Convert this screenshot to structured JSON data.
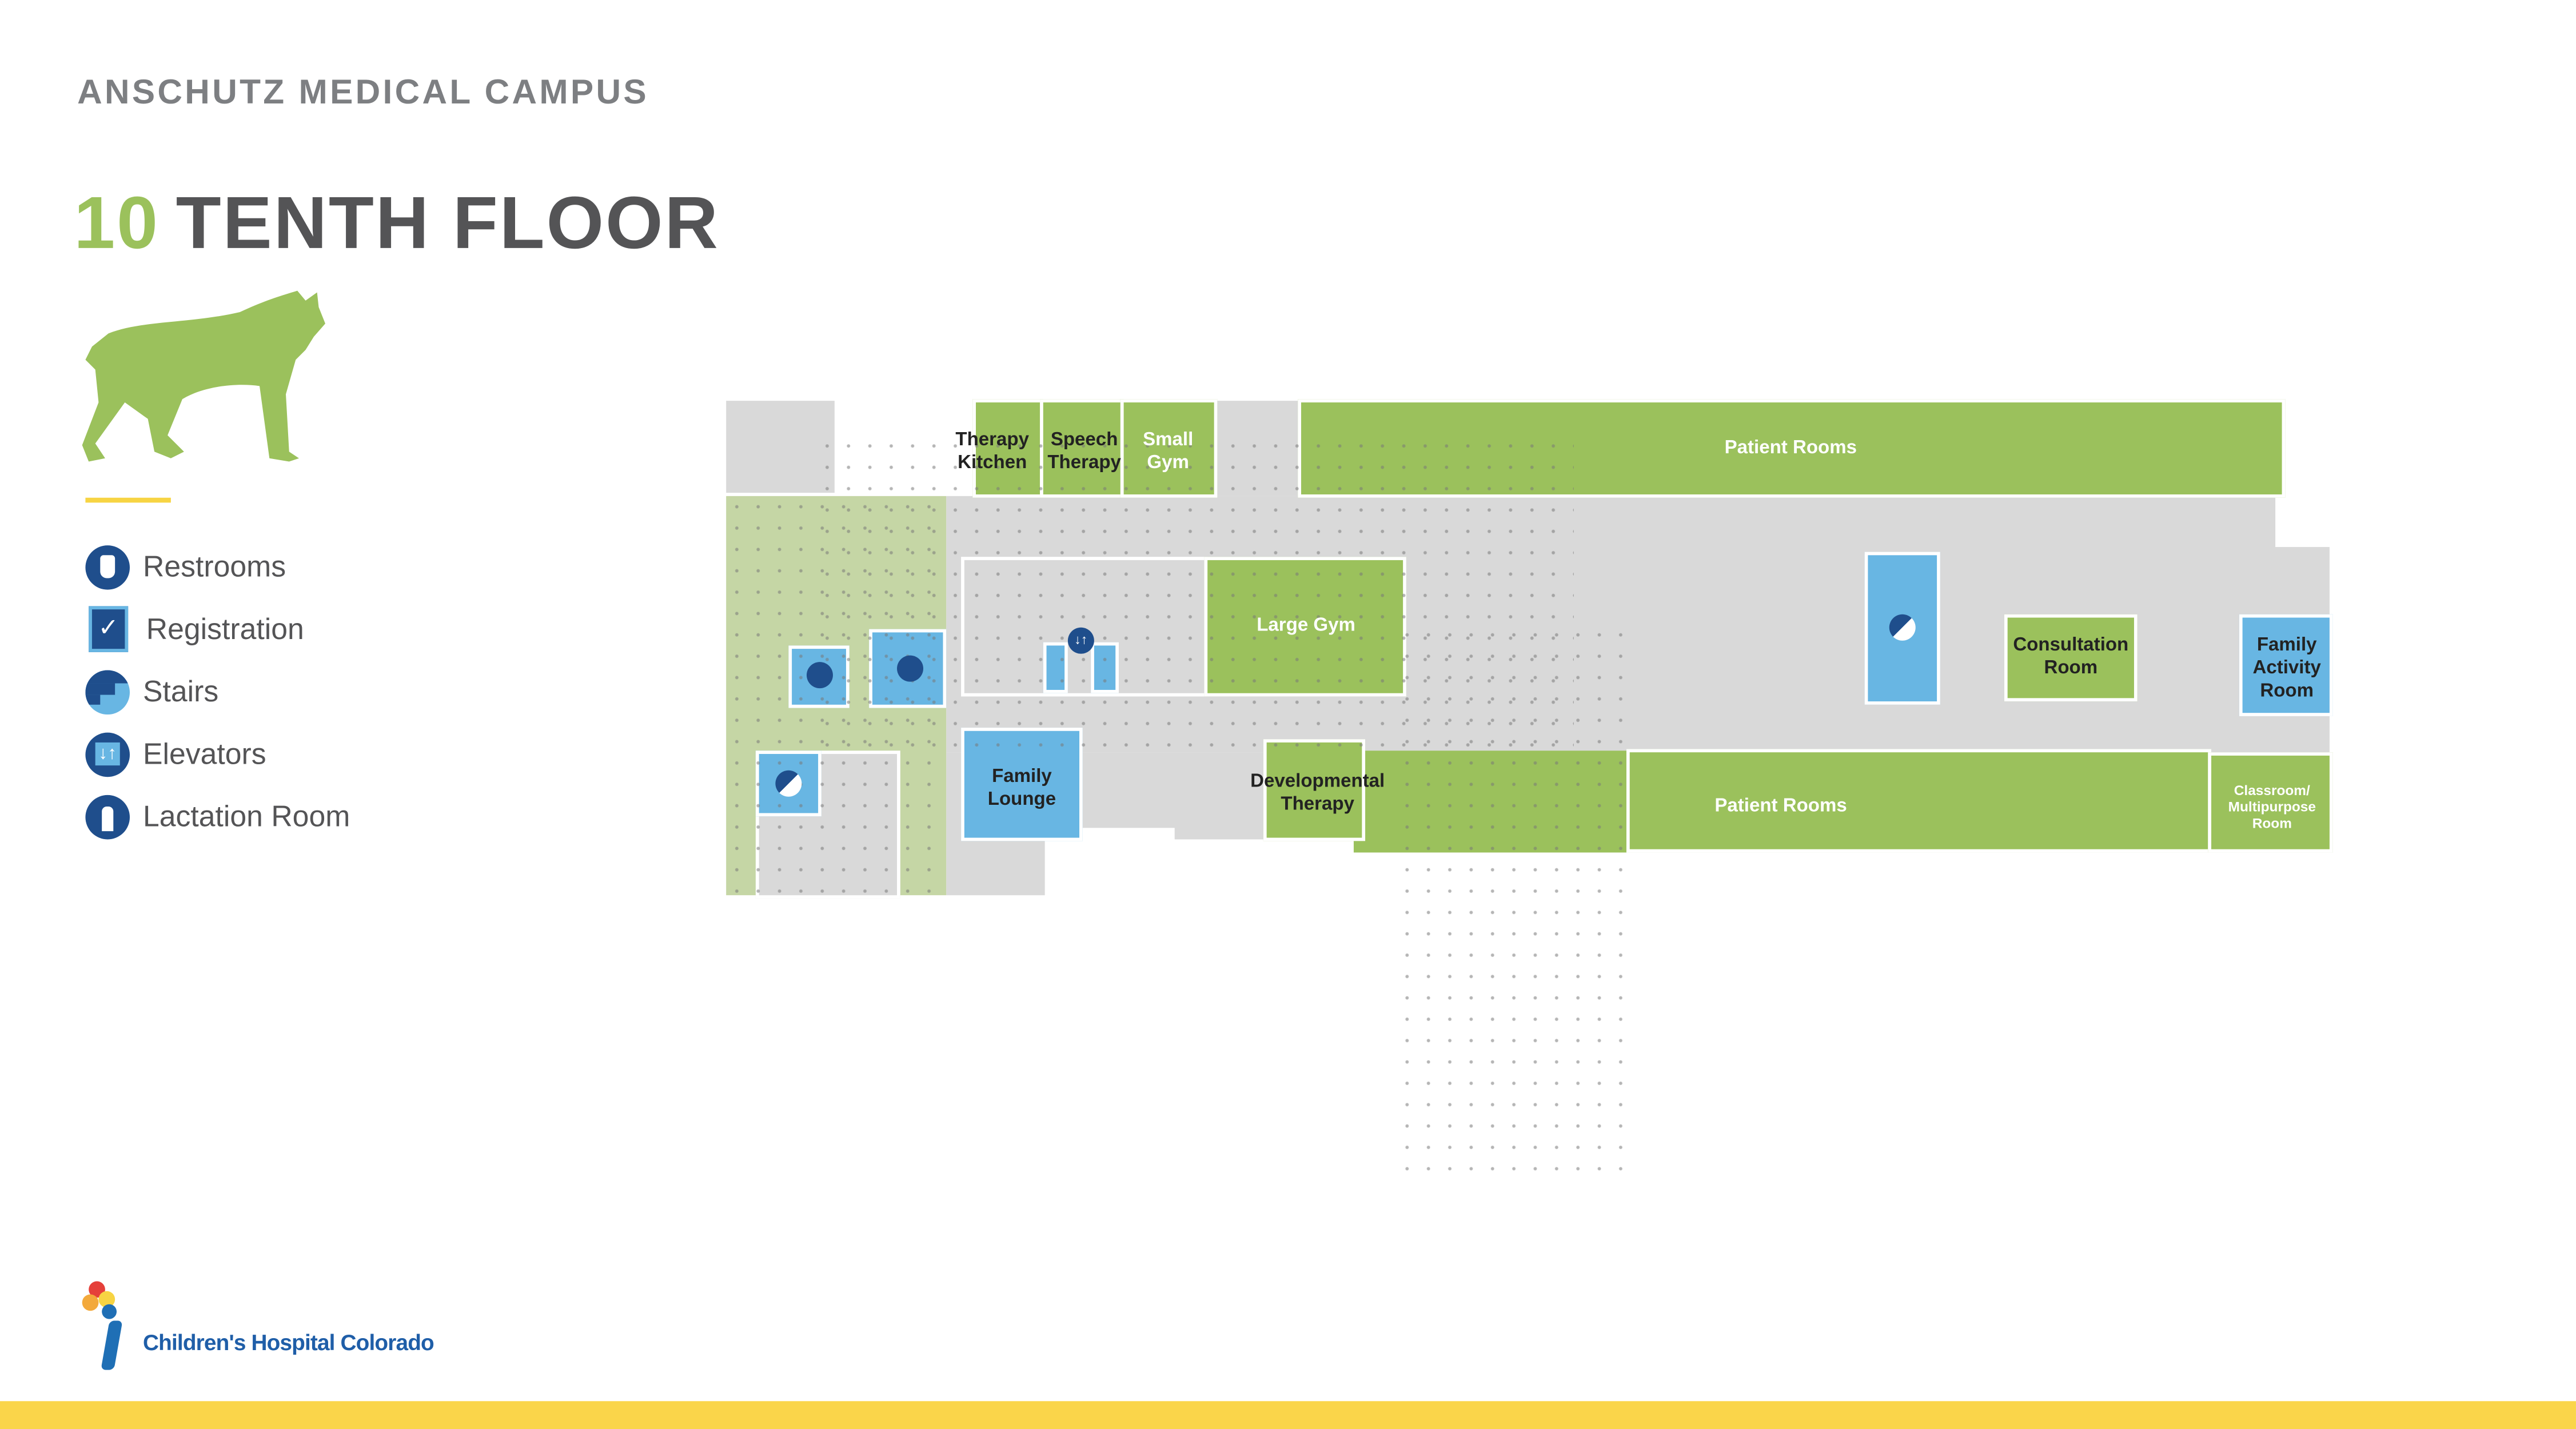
{
  "header": {
    "campus": "ANSCHUTZ MEDICAL CAMPUS",
    "floor_number": "10",
    "floor_name": "TENTH FLOOR"
  },
  "legend": [
    {
      "icon": "restroom-icon",
      "label": "Restrooms"
    },
    {
      "icon": "registration-icon",
      "label": "Registration"
    },
    {
      "icon": "stairs-icon",
      "label": "Stairs"
    },
    {
      "icon": "elevator-icon",
      "label": "Elevators"
    },
    {
      "icon": "lactation-room-icon",
      "label": "Lactation Room"
    }
  ],
  "rooms": {
    "therapy_kitchen": "Therapy Kitchen",
    "speech_therapy": "Speech Therapy",
    "small_gym": "Small Gym",
    "patient_rooms_top": "Patient Rooms",
    "large_gym": "Large Gym",
    "family_lounge": "Family Lounge",
    "developmental_therapy": "Developmental Therapy",
    "patient_rooms_bottom": "Patient Rooms",
    "consultation_room": "Consultation Room",
    "family_activity_room": "Family Activity Room",
    "classroom": "Classroom/ Multipurpose Room"
  },
  "logo": {
    "text": "Children's Hospital Colorado"
  },
  "colors": {
    "green": "#9bc15c",
    "blue": "#68b6e3",
    "navy": "#1f4e8c",
    "gray": "#d9d9d9",
    "yellow": "#fad54a"
  }
}
